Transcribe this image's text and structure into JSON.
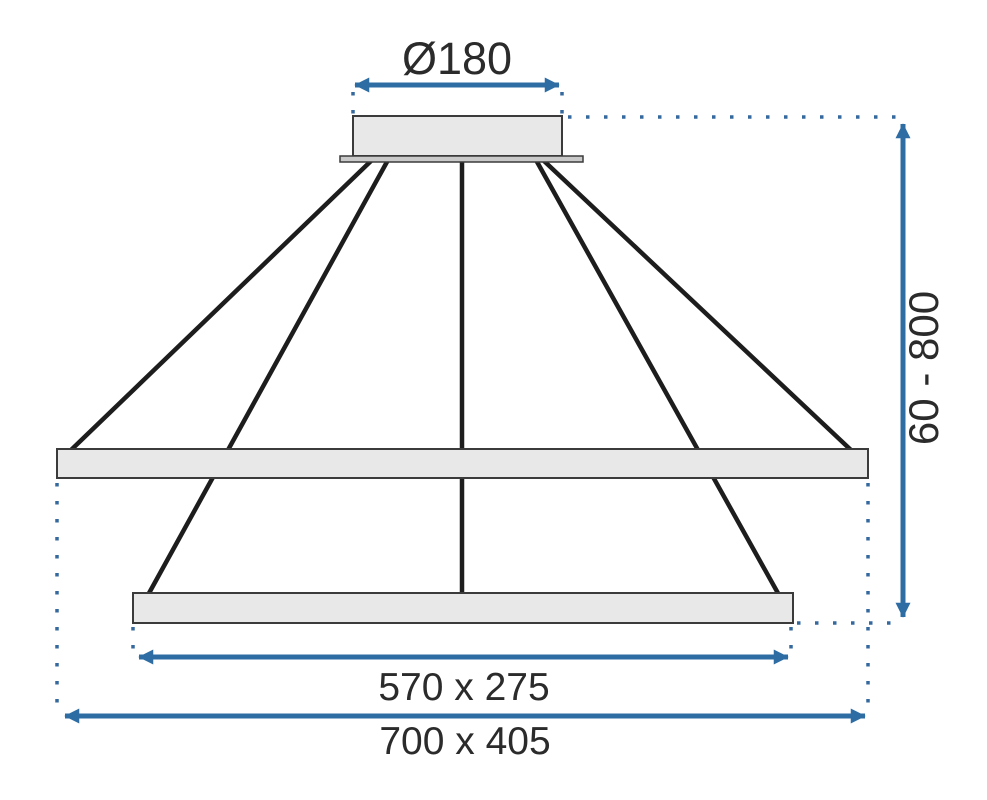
{
  "diagram": {
    "type": "product-dimension-drawing",
    "subject": "two-ring pendant ceiling lamp, side view",
    "labels": {
      "canopy_diameter": "Ø180",
      "hanging_height_range": "60 - 800",
      "inner_ring_size": "570 x 275",
      "outer_ring_size": "700 x 405"
    },
    "colors": {
      "dimension_blue": "#2e6da4",
      "dotted_blue": "#35699e",
      "cable_black": "#1d1d1d",
      "fixture_fill": "#e8e8e8",
      "fixture_border": "#3b3b3b",
      "plate_fill": "#c9c9c9",
      "text": "#2b2b2b",
      "background": "#ffffff"
    }
  }
}
